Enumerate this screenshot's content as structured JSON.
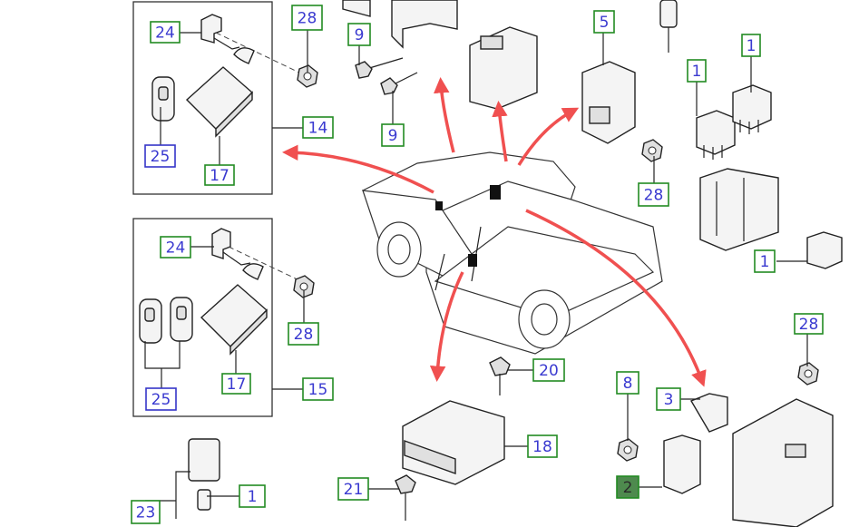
{
  "colors": {
    "green_box": "#228b22",
    "blue_box": "#3535c8",
    "label_text": "#3a3ad0",
    "arrow": "#f05050",
    "highlight_fill": "#4e8a4e"
  },
  "callouts": [
    {
      "id": "c24a",
      "label": "24",
      "style": "green"
    },
    {
      "id": "c28a",
      "label": "28",
      "style": "green"
    },
    {
      "id": "c25a",
      "label": "25",
      "style": "blue"
    },
    {
      "id": "c17a",
      "label": "17",
      "style": "green"
    },
    {
      "id": "c14",
      "label": "14",
      "style": "green"
    },
    {
      "id": "c9a",
      "label": "9",
      "style": "green"
    },
    {
      "id": "c9b",
      "label": "9",
      "style": "green"
    },
    {
      "id": "c5",
      "label": "5",
      "style": "green"
    },
    {
      "id": "c28b",
      "label": "28",
      "style": "green"
    },
    {
      "id": "c1a",
      "label": "1",
      "style": "green"
    },
    {
      "id": "c1b",
      "label": "1",
      "style": "green"
    },
    {
      "id": "c1c",
      "label": "1",
      "style": "green"
    },
    {
      "id": "c24b",
      "label": "24",
      "style": "green"
    },
    {
      "id": "c28c",
      "label": "28",
      "style": "green"
    },
    {
      "id": "c25b",
      "label": "25",
      "style": "blue"
    },
    {
      "id": "c17b",
      "label": "17",
      "style": "green"
    },
    {
      "id": "c15",
      "label": "15",
      "style": "green"
    },
    {
      "id": "c20",
      "label": "20",
      "style": "green"
    },
    {
      "id": "c18",
      "label": "18",
      "style": "green"
    },
    {
      "id": "c21",
      "label": "21",
      "style": "green"
    },
    {
      "id": "c1d",
      "label": "1",
      "style": "green"
    },
    {
      "id": "c23",
      "label": "23",
      "style": "green"
    },
    {
      "id": "c28d",
      "label": "28",
      "style": "green"
    },
    {
      "id": "c8",
      "label": "8",
      "style": "green"
    },
    {
      "id": "c3",
      "label": "3",
      "style": "green"
    },
    {
      "id": "c2",
      "label": "2",
      "style": "highlight"
    }
  ]
}
